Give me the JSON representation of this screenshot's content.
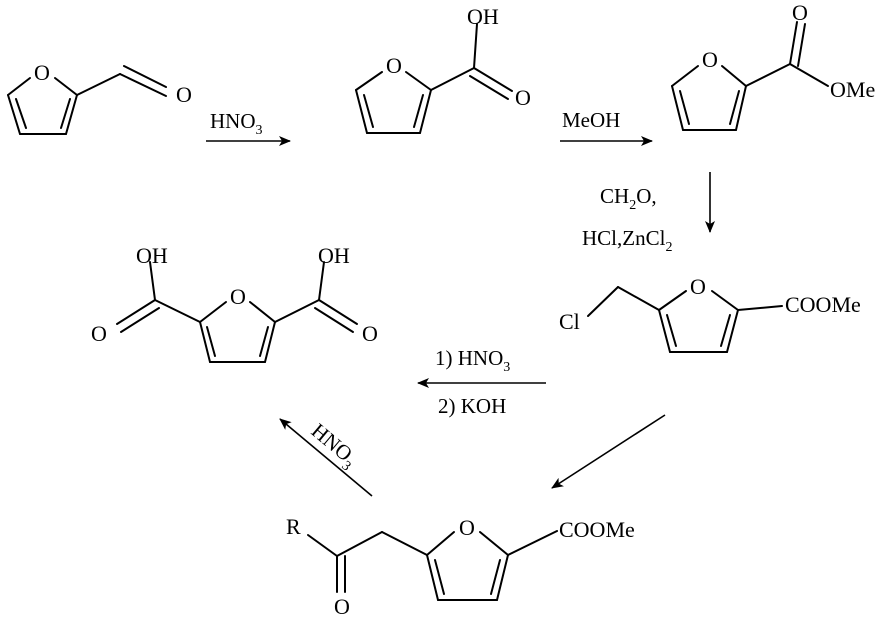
{
  "atoms": {
    "o": "O",
    "oh": "OH",
    "ome": "OMe",
    "coome": "COOMe",
    "cl": "Cl",
    "r": "R"
  },
  "reagents": {
    "step1": {
      "main": "HNO",
      "sub": "3"
    },
    "step2": "MeOH",
    "step3_line1": {
      "a": "CH",
      "sub": "2",
      "b": "O,"
    },
    "step3_line2": {
      "a": "HCl,ZnCl",
      "sub": "2"
    },
    "step4_line1": {
      "a": "1) HNO",
      "sub": "3"
    },
    "step4_line2": "2) KOH",
    "step6": {
      "main": "HNO",
      "sub": "3"
    }
  }
}
